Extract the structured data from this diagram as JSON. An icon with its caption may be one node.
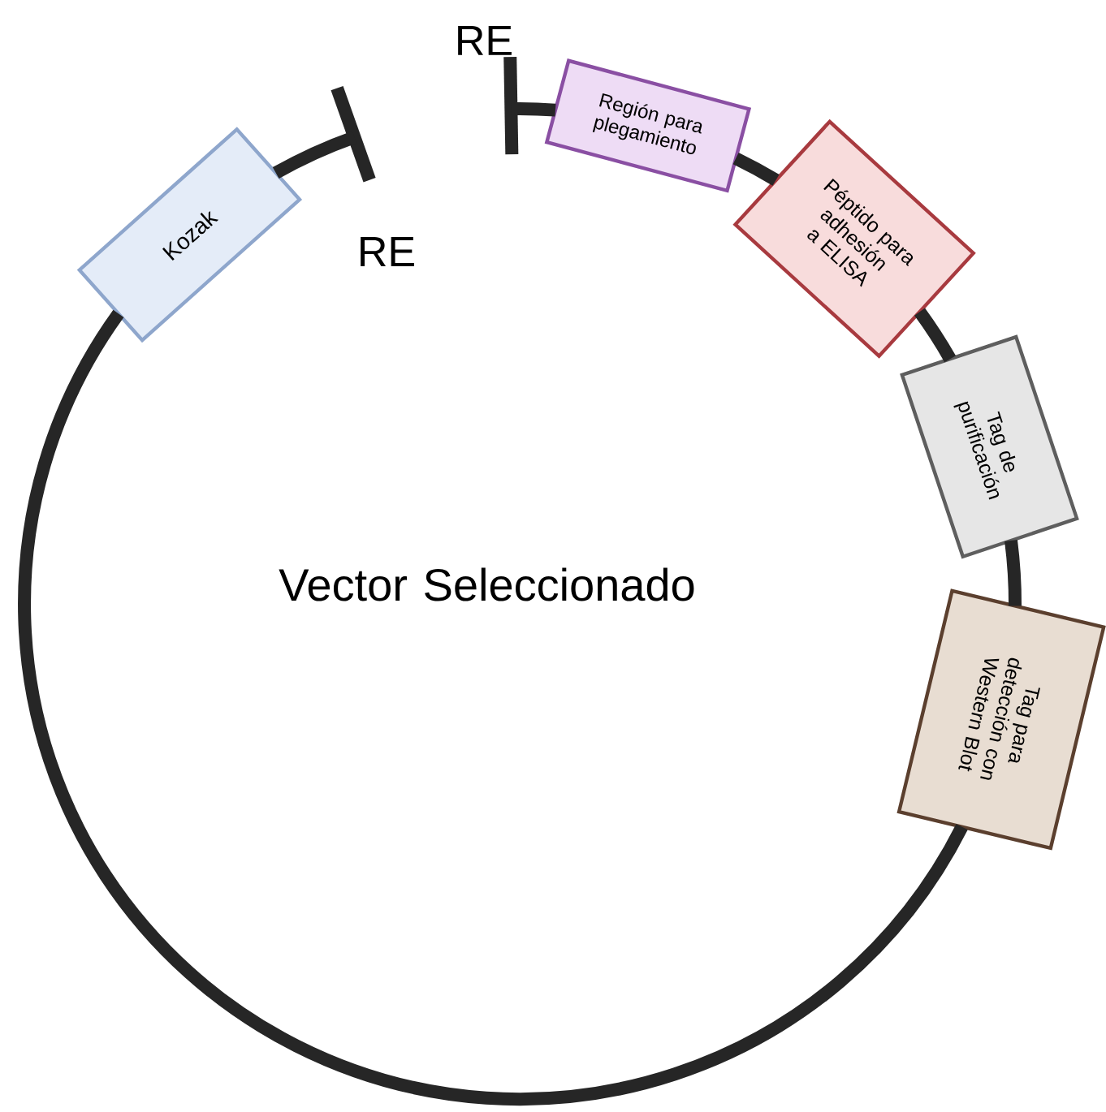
{
  "diagram": {
    "nodes": [
      {
        "text": [
          "Región para plegamiento"
        ]
      },
      {
        "text": [
          "Péptido para adhesión a ELISA"
        ]
      },
      {
        "text": [
          "Tag de purificación"
        ]
      },
      {
        "text": [
          "Tag para detección con Western Blot"
        ]
      },
      {
        "text": [
          "Kozak"
        ]
      },
      {
        "text": [
          "RE"
        ]
      },
      {
        "text": [
          "RE"
        ]
      }
    ],
    "edges": [
      {
        "from": 0,
        "to": 1,
        "arrow": "none"
      },
      {
        "from": 1,
        "to": 2,
        "arrow": "none"
      },
      {
        "from": 2,
        "to": 3,
        "arrow": "none"
      },
      {
        "from": 3,
        "to": 4,
        "arrow": "none"
      },
      {
        "from": 5,
        "to": 0,
        "arrow": "none"
      },
      {
        "from": 4,
        "to": 6,
        "arrow": "none"
      }
    ],
    "labels": [
      "Vector Seleccionado"
    ]
  }
}
